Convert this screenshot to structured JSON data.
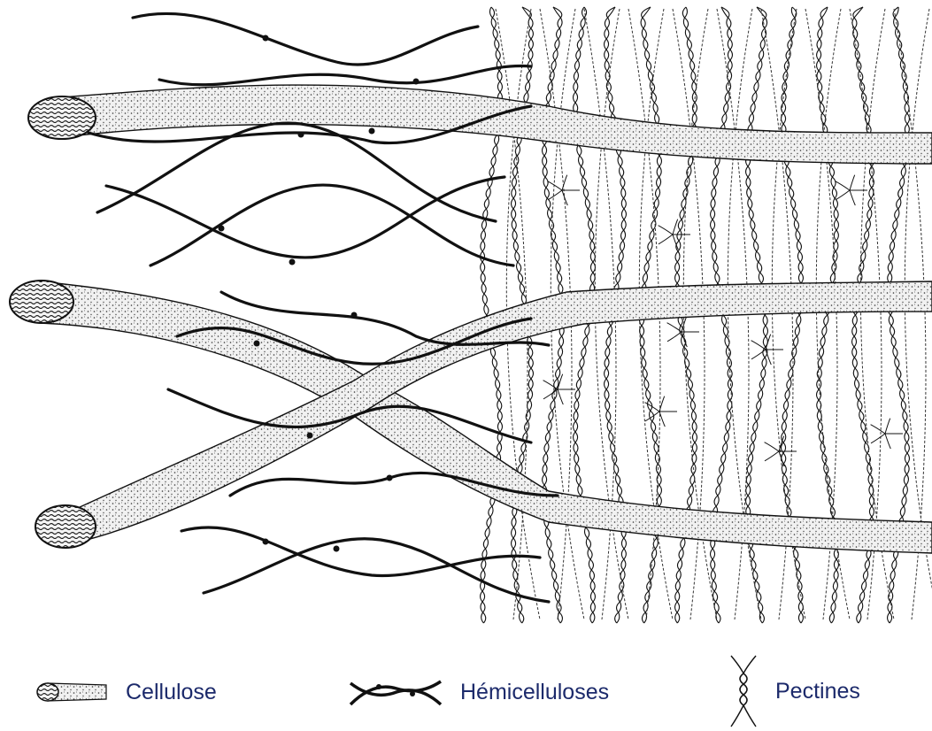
{
  "legend": {
    "items": [
      {
        "key": "cellulose",
        "label": "Cellulose",
        "icon": "cellulose-fibril-icon"
      },
      {
        "key": "hemicelluloses",
        "label": "Hémicelluloses",
        "icon": "hemicellulose-chain-icon"
      },
      {
        "key": "pectines",
        "label": "Pectines",
        "icon": "pectin-helix-icon"
      }
    ]
  },
  "colors": {
    "ink": "#111111",
    "label": "#1c2a6b",
    "fibril_fill": "#e9e9e9",
    "background": "#ffffff"
  }
}
